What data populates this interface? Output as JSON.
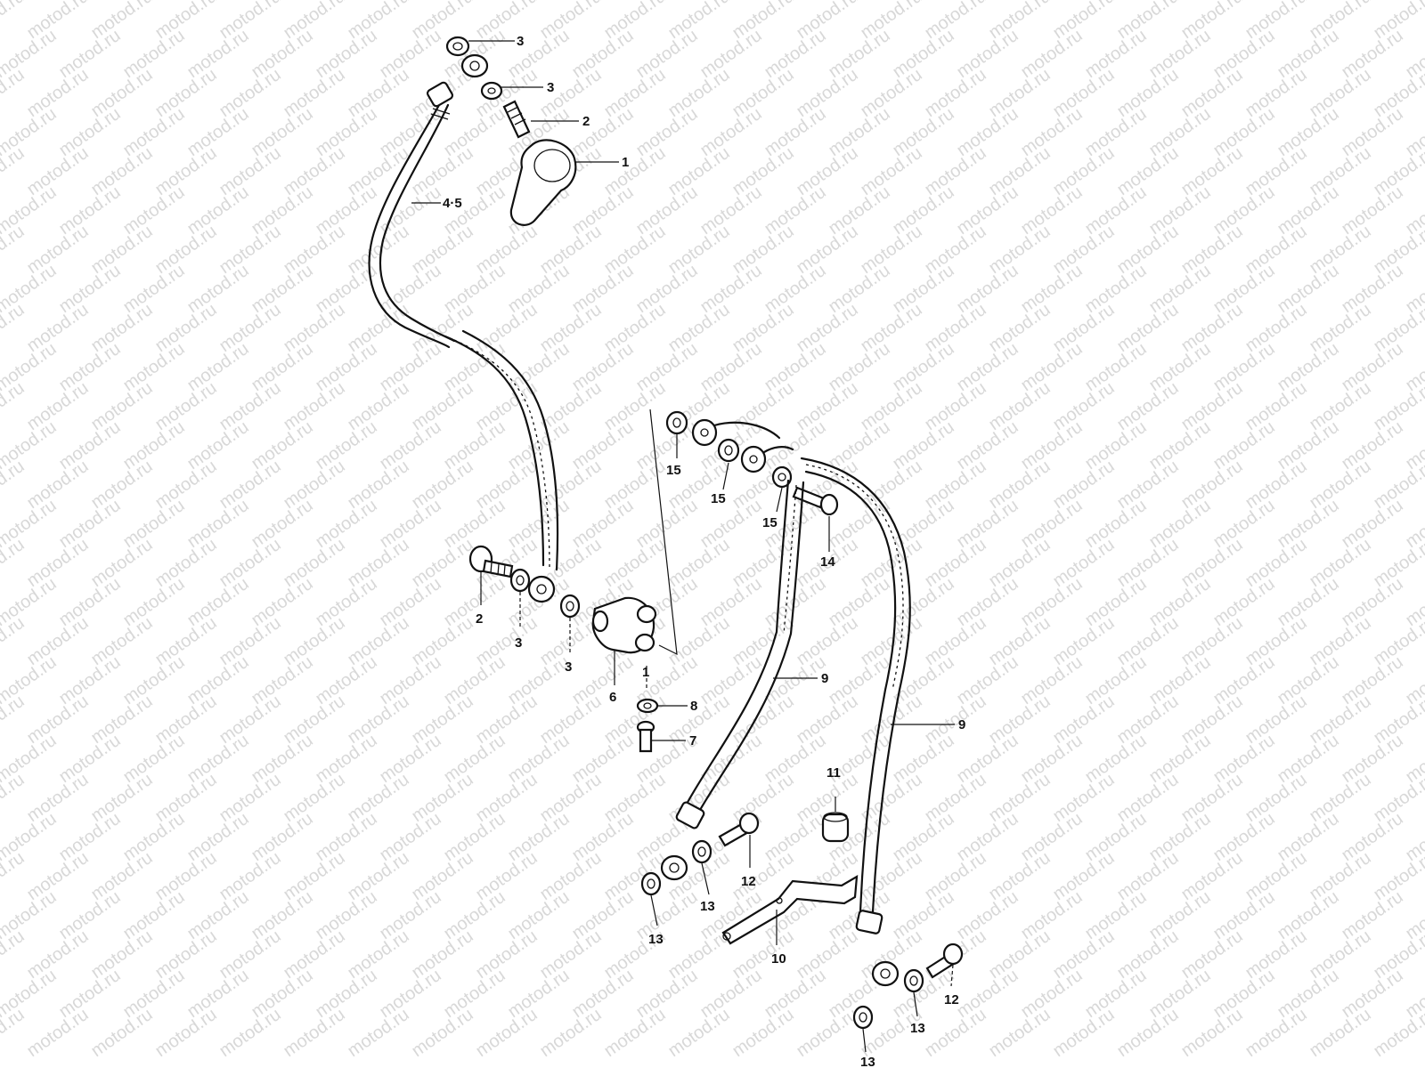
{
  "watermark": "motod.ru",
  "callouts": {
    "c3_top": "3",
    "c3_second": "3",
    "c2_top": "2",
    "c1_top": "1",
    "c45": "4·5",
    "c15_a": "15",
    "c15_b": "15",
    "c15_c": "15",
    "c14": "14",
    "c2_mid": "2",
    "c3_mid_a": "3",
    "c3_mid_b": "3",
    "c6": "6",
    "c1_mid": "1",
    "c8": "8",
    "c7": "7",
    "c9_a": "9",
    "c9_b": "9",
    "c11": "11",
    "c12_a": "12",
    "c13_a": "13",
    "c13_b": "13",
    "c10": "10",
    "c12_b": "12",
    "c13_c": "13",
    "c13_d": "13"
  }
}
